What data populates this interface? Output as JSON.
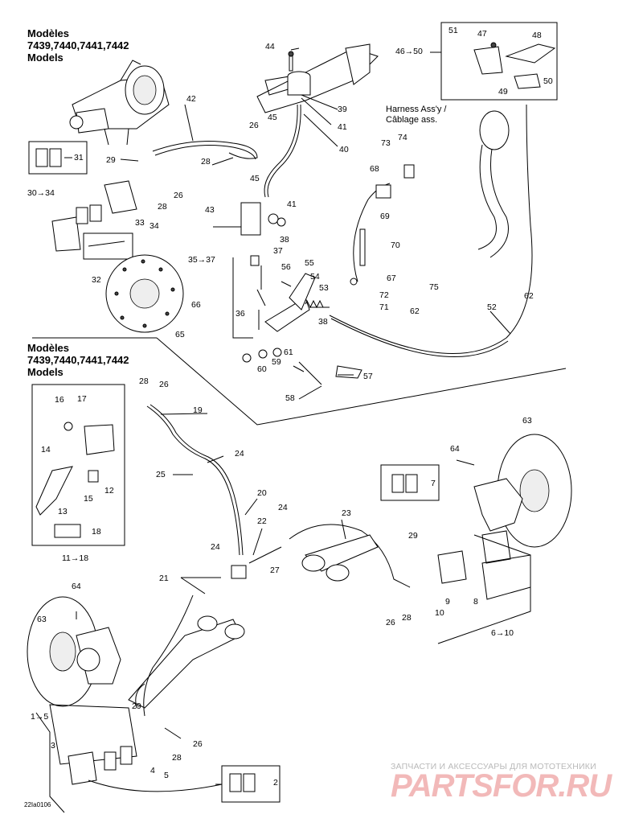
{
  "headers": {
    "top_left": [
      "Modèles",
      "7439,7440,7441,7442",
      "Models"
    ],
    "middle_left": [
      "Modèles",
      "7439,7440,7441,7442",
      "Models"
    ]
  },
  "harness_label": [
    "Harness Ass'y /",
    "Câblage ass."
  ],
  "drawing_ref": "22Ia0106",
  "watermark": {
    "caption": "ЗАПЧАСТИ И АКСЕССУАРЫ ДЛЯ МОТОТЕХНИКИ",
    "brand": "PARTSFOR.RU"
  },
  "callouts": [
    "44",
    "42",
    "26",
    "45",
    "39",
    "41",
    "40",
    "31",
    "29",
    "28",
    "26",
    "45",
    "43",
    "41",
    "38",
    "37",
    "35→37",
    "30→34",
    "28",
    "33",
    "34",
    "32",
    "66",
    "65",
    "56",
    "55",
    "54",
    "53",
    "38",
    "36",
    "61",
    "60",
    "59",
    "58",
    "57",
    "73",
    "74",
    "68",
    "69",
    "70",
    "67",
    "72",
    "75",
    "71",
    "62",
    "52",
    "62",
    "51",
    "47",
    "48",
    "46→50",
    "49",
    "50",
    "28",
    "26",
    "19",
    "16",
    "17",
    "14",
    "12",
    "15",
    "13",
    "18",
    "11→18",
    "24",
    "25",
    "20",
    "24",
    "22",
    "27",
    "21",
    "24",
    "23",
    "63",
    "64",
    "7",
    "29",
    "9",
    "10",
    "8",
    "6→10",
    "26",
    "28",
    "64",
    "63",
    "29",
    "26",
    "28",
    "1→5",
    "3",
    "4",
    "5",
    "2"
  ]
}
